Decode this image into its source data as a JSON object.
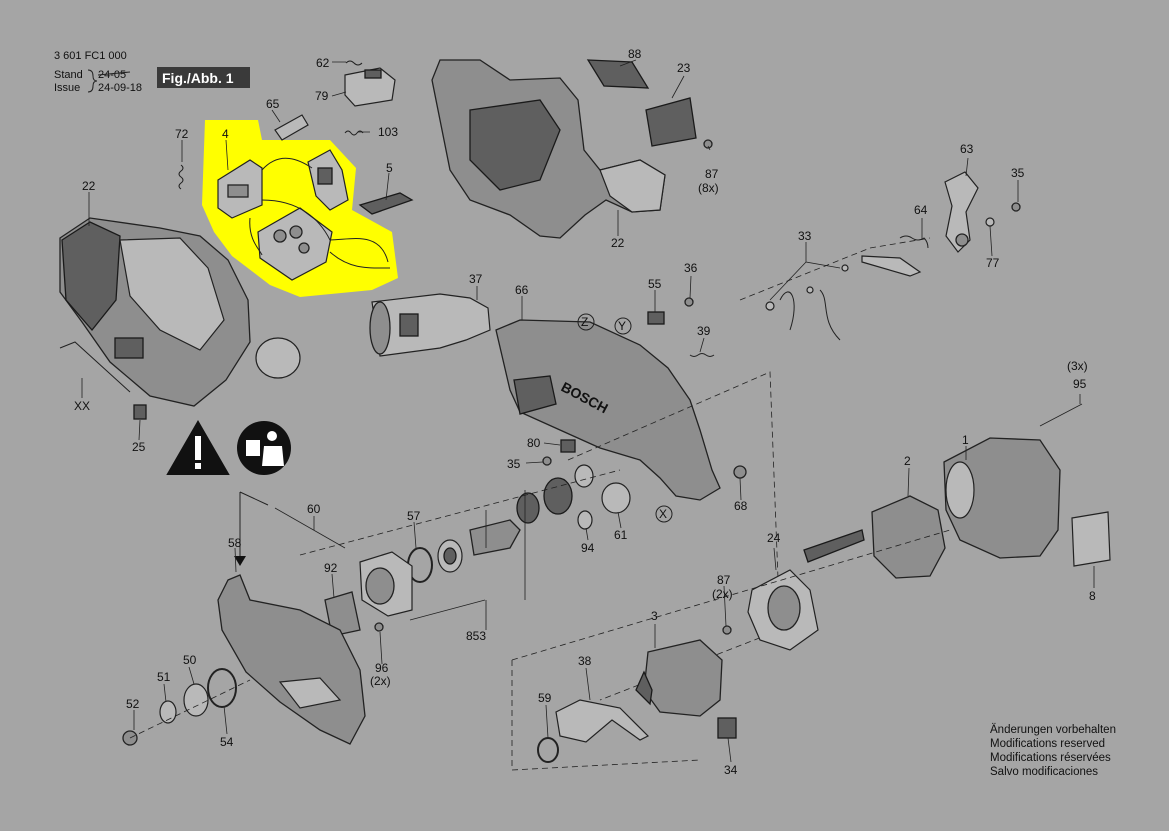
{
  "header": {
    "part_number": "3 601 FC1 000",
    "stand_label": "Stand",
    "stand_value": "24-05",
    "issue_label": "Issue",
    "issue_value": "24-09-18",
    "figure_label": "Fig./Abb. 1"
  },
  "notes": [
    "Änderungen vorbehalten",
    "Modifications reserved",
    "Modifications réservées",
    "Salvo modificaciones"
  ],
  "highlight_color": "#ffff00",
  "warning_icons": [
    "warning-triangle-icon",
    "read-manual-icon"
  ],
  "callouts": {
    "c62": "62",
    "c79": "79",
    "c65": "65",
    "c103": "103",
    "c4": "4",
    "c5": "5",
    "c72": "72",
    "c22a": "22",
    "c88": "88",
    "c23": "23",
    "c87a": "87",
    "c8x": "(8x)",
    "c22b": "22",
    "c63": "63",
    "c35a": "35",
    "c64": "64",
    "c77": "77",
    "c33": "33",
    "c37": "37",
    "c66": "66",
    "c55": "55",
    "c36": "36",
    "c39": "39",
    "cXX": "XX",
    "c25": "25",
    "c80": "80",
    "c35b": "35",
    "c68": "68",
    "c60": "60",
    "c57": "57",
    "c94": "94",
    "c61": "61",
    "c58": "58",
    "c92": "92",
    "c853": "853",
    "c96": "96",
    "c2x_a": "(2x)",
    "c3x": "(3x)",
    "c95": "95",
    "c1": "1",
    "c2": "2",
    "c24": "24",
    "c87b": "87",
    "c2x_b": "(2x)",
    "c8": "8",
    "c3": "3",
    "c38": "38",
    "c59": "59",
    "c34": "34",
    "c50": "50",
    "c51": "51",
    "c52": "52",
    "c54": "54",
    "axis_z": "Z",
    "axis_y": "Y",
    "axis_x": "X"
  }
}
